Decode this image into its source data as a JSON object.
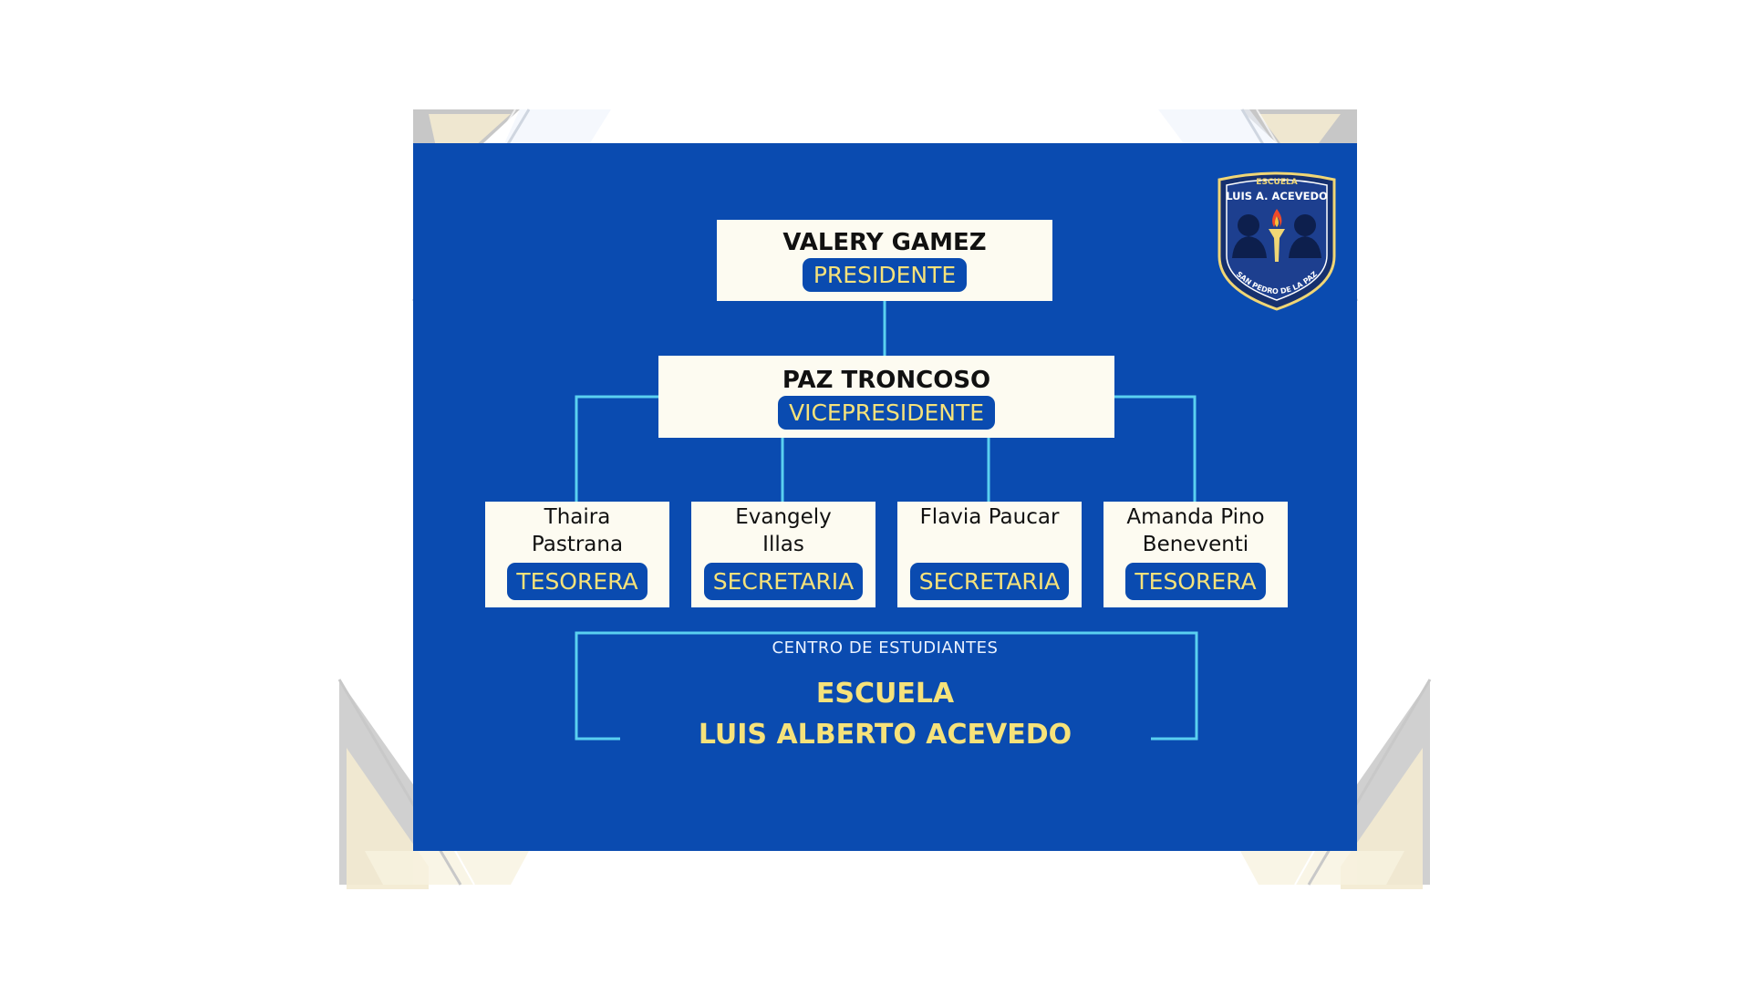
{
  "president": {
    "name": "VALERY GAMEZ",
    "role": "PRESIDENTE"
  },
  "vice": {
    "name": "PAZ TRONCOSO",
    "role": "VICEPRESIDENTE"
  },
  "members": [
    {
      "name": "Thaira\nPastrana",
      "role": "TESORERA"
    },
    {
      "name": "Evangely\nIllas",
      "role": "SECRETARIA"
    },
    {
      "name": "Flavia Paucar",
      "role": "SECRETARIA"
    },
    {
      "name": "Amanda Pino\nBeneventi",
      "role": "TESORERA"
    }
  ],
  "footer": {
    "subtitle": "CENTRO DE ESTUDIANTES",
    "title_line1": "ESCUELA",
    "title_line2": "LUIS ALBERTO ACEVEDO"
  },
  "badge": {
    "top_text": "ESCUELA",
    "name_text": "LUIS A. ACEVEDO",
    "bottom_text": "SAN PEDRO DE LA PAZ"
  },
  "colors": {
    "board_blue": "#0a4bb0",
    "card_cream": "#fdfbf1",
    "accent_yellow": "#f6e27a",
    "connector_cyan": "#5ad0f0"
  }
}
